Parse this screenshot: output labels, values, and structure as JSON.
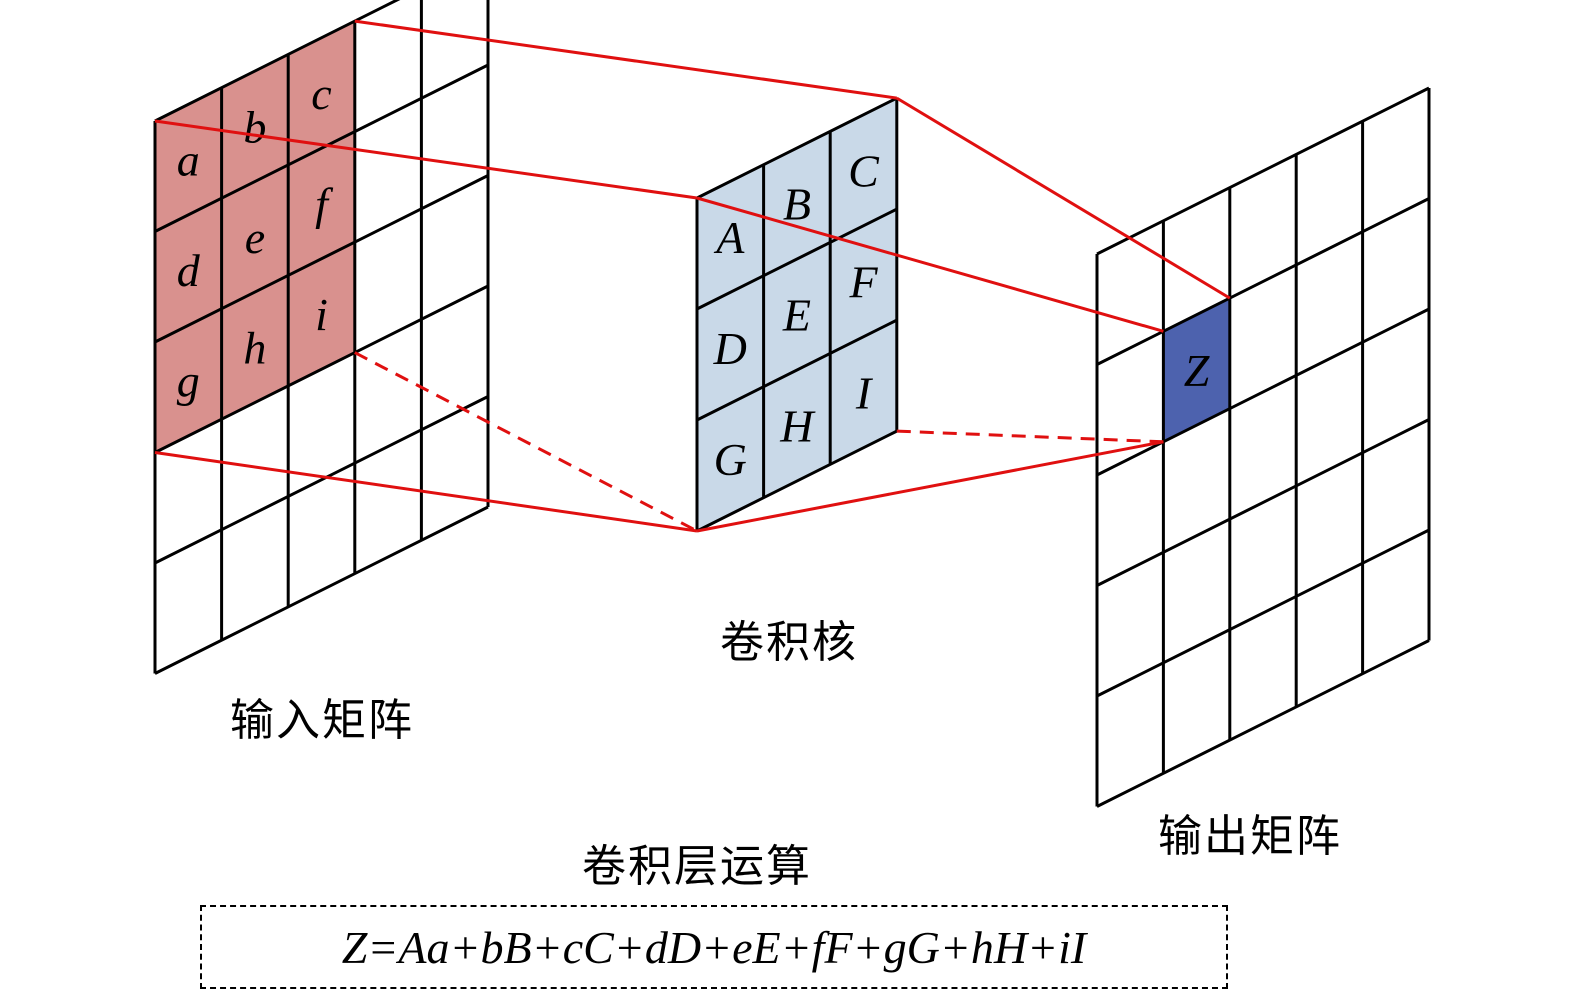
{
  "input_matrix": {
    "label": "输入矩阵",
    "highlight_color": "#d9918e",
    "letters": [
      "a",
      "b",
      "c",
      "d",
      "e",
      "f",
      "g",
      "h",
      "i"
    ]
  },
  "kernel": {
    "label": "卷积核",
    "fill_color": "#c9d9e8",
    "letters": [
      "A",
      "B",
      "C",
      "D",
      "E",
      "F",
      "G",
      "H",
      "I"
    ]
  },
  "output_matrix": {
    "label": "输出矩阵",
    "highlight_color": "#4d62ae",
    "letter": "Z"
  },
  "operation": {
    "title": "卷积层运算",
    "formula": "Z=Aa+bB+cC+dD+eE+fF+gG+hH+iI"
  },
  "connector_color": "#e01010"
}
